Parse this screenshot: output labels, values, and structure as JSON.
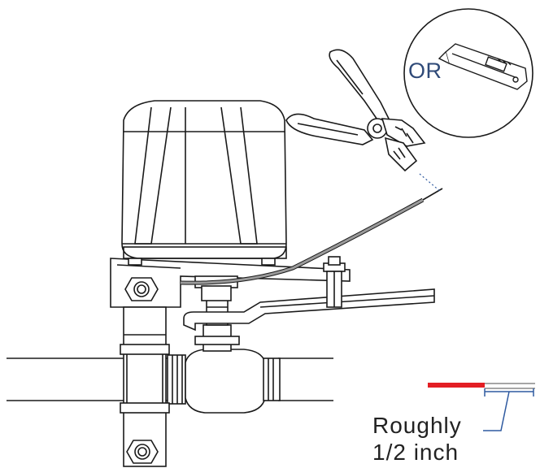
{
  "callout": {
    "or_text": "OR"
  },
  "measurement_note": {
    "line1": "Roughly",
    "line2": "1/2 inch"
  },
  "colors": {
    "stripped_length_marker": "#e31e24",
    "wire": "#9a9a9a",
    "leader_line": "#2f5aa0",
    "or_text": "#2f4a78",
    "outline": "#1a1a1a"
  },
  "icons": {
    "alternative_tool": "utility-knife-icon",
    "main_tool": "wire-stripper-icon"
  }
}
